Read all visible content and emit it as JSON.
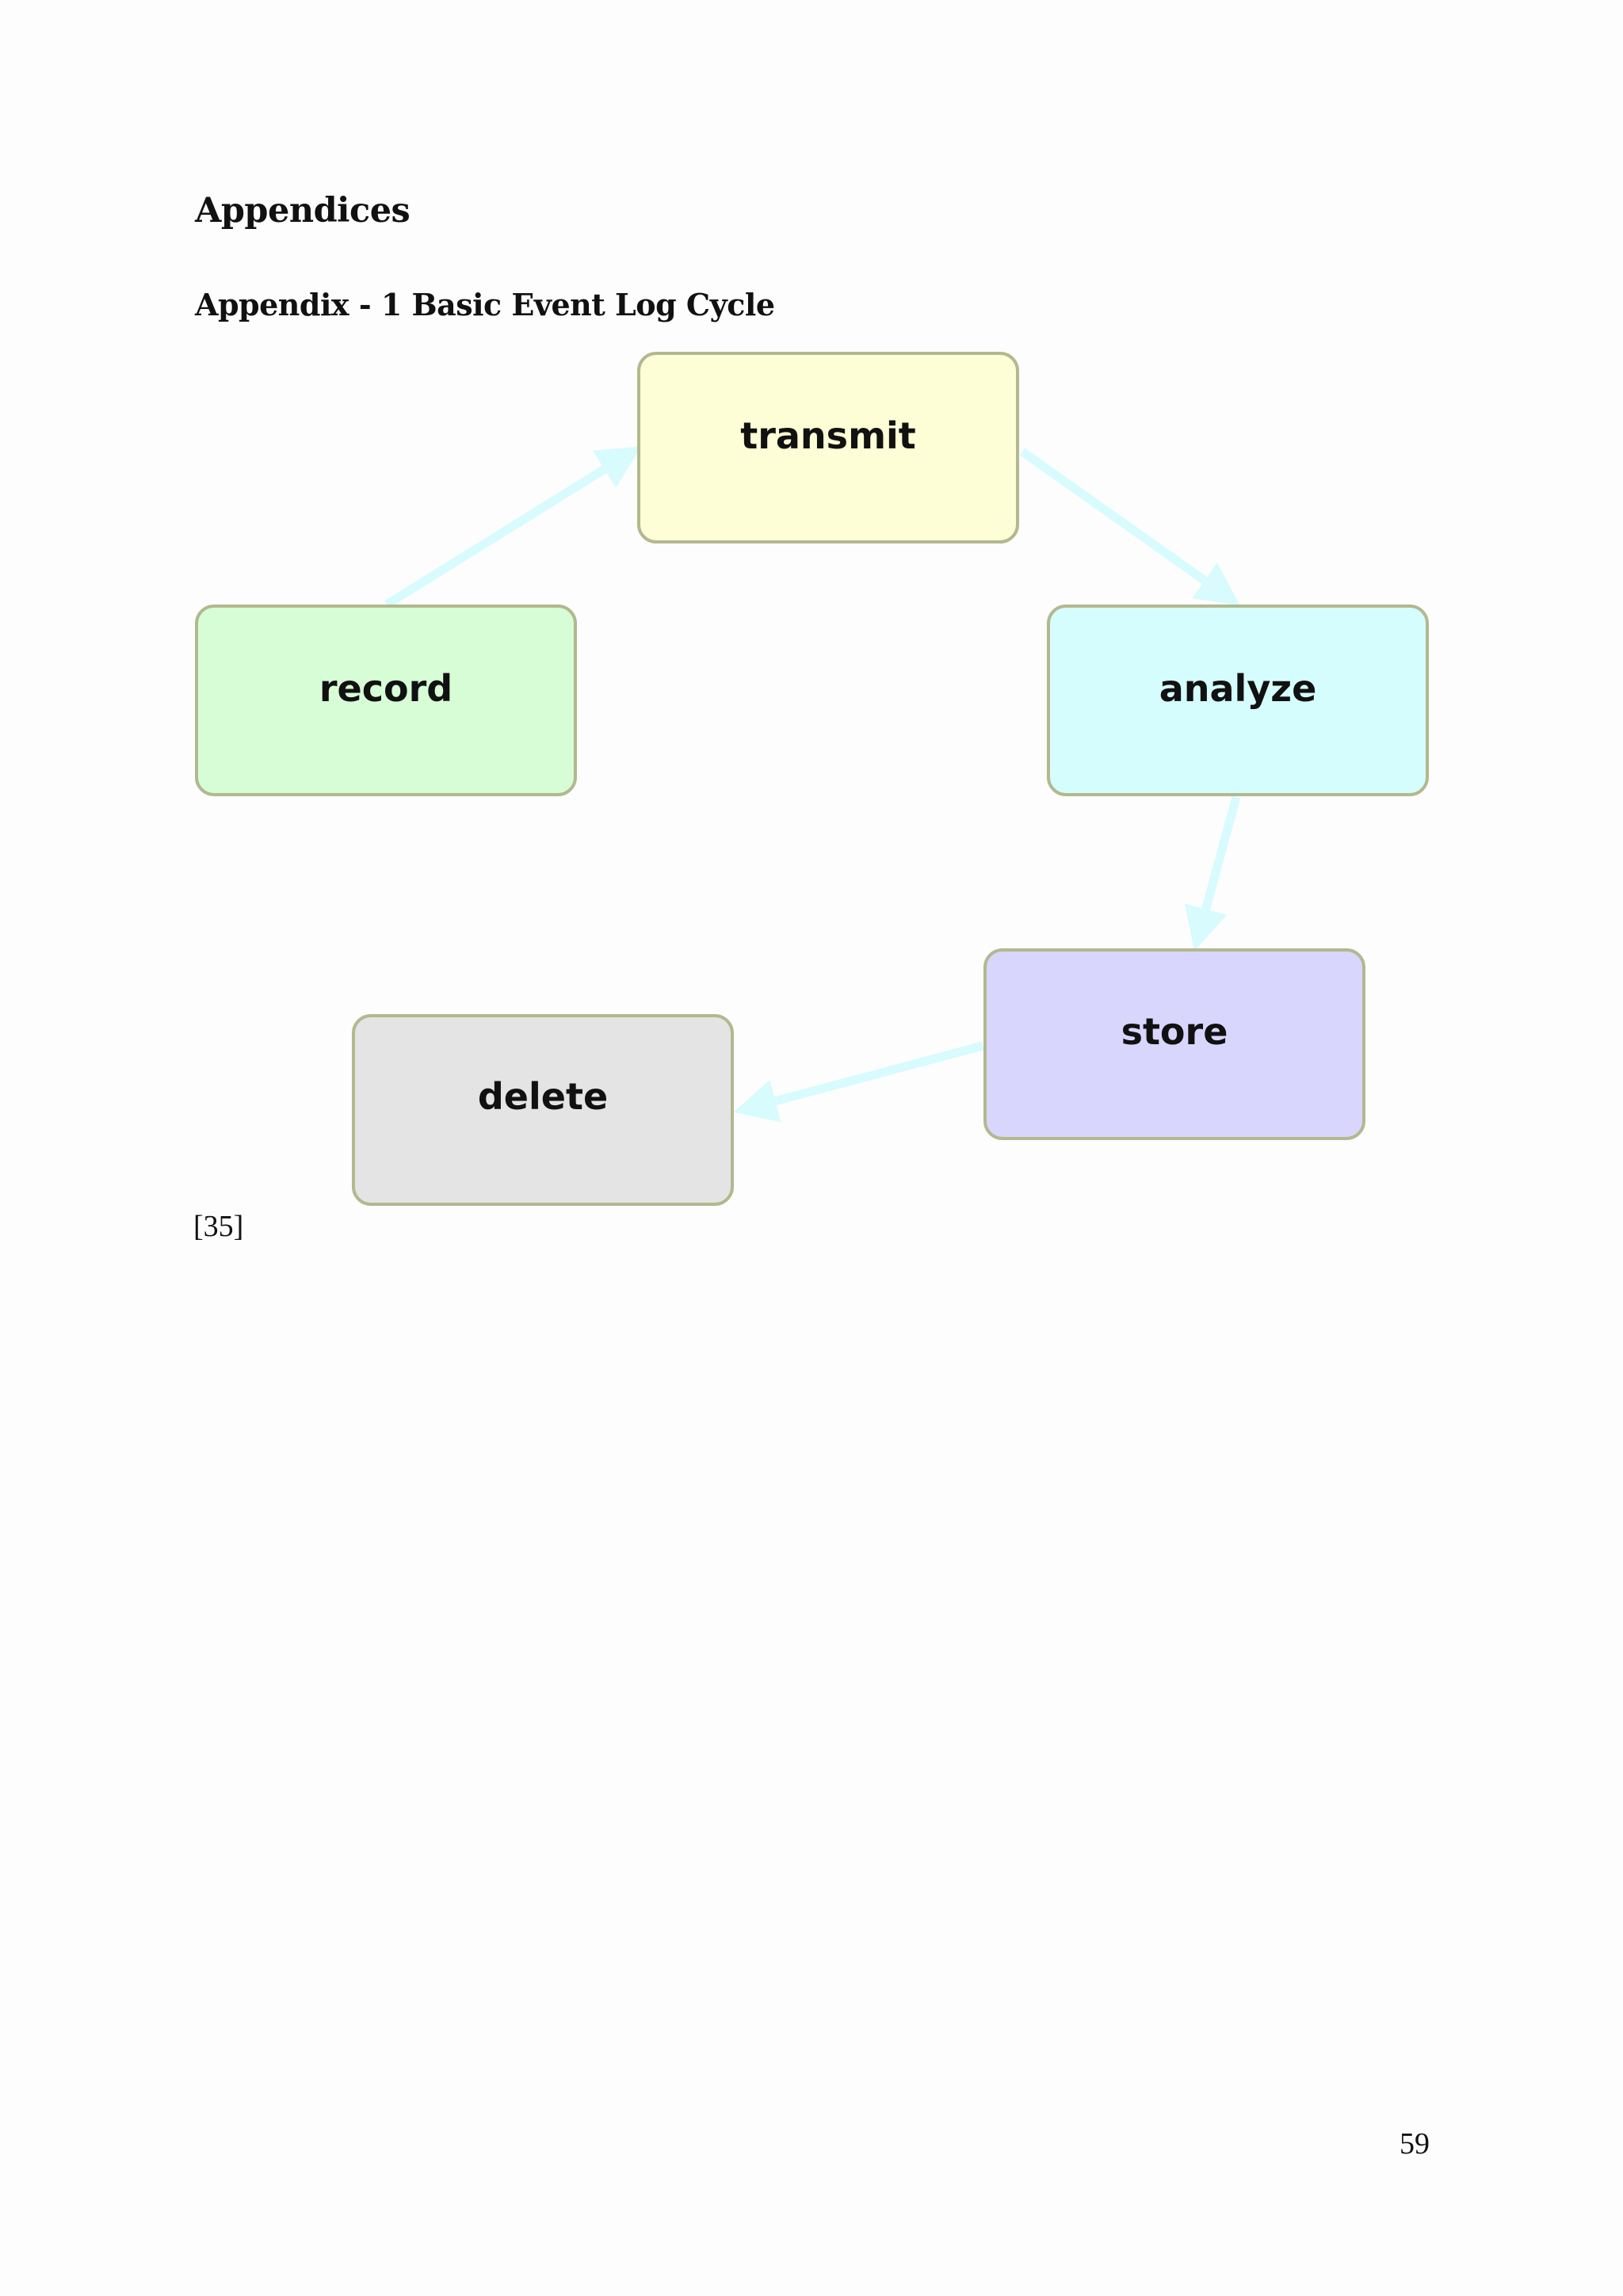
{
  "document": {
    "heading": "Appendices",
    "subheading": "Appendix - 1 Basic Event Log Cycle",
    "citation": "[35]",
    "page_number": "59"
  },
  "diagram": {
    "nodes": [
      {
        "id": "transmit",
        "label": "transmit",
        "fill": "#fdfdd6"
      },
      {
        "id": "record",
        "label": "record",
        "fill": "#d6fdd6"
      },
      {
        "id": "analyze",
        "label": "analyze",
        "fill": "#d6fdfd"
      },
      {
        "id": "store",
        "label": "store",
        "fill": "#d9d6fd"
      },
      {
        "id": "delete",
        "label": "delete",
        "fill": "#e4e4e4"
      }
    ],
    "edges": [
      {
        "from": "record",
        "to": "transmit"
      },
      {
        "from": "transmit",
        "to": "analyze"
      },
      {
        "from": "analyze",
        "to": "store"
      },
      {
        "from": "store",
        "to": "delete"
      }
    ],
    "colors": {
      "node_border": "#b3b88f",
      "arrow": "#d8fbfd"
    }
  }
}
